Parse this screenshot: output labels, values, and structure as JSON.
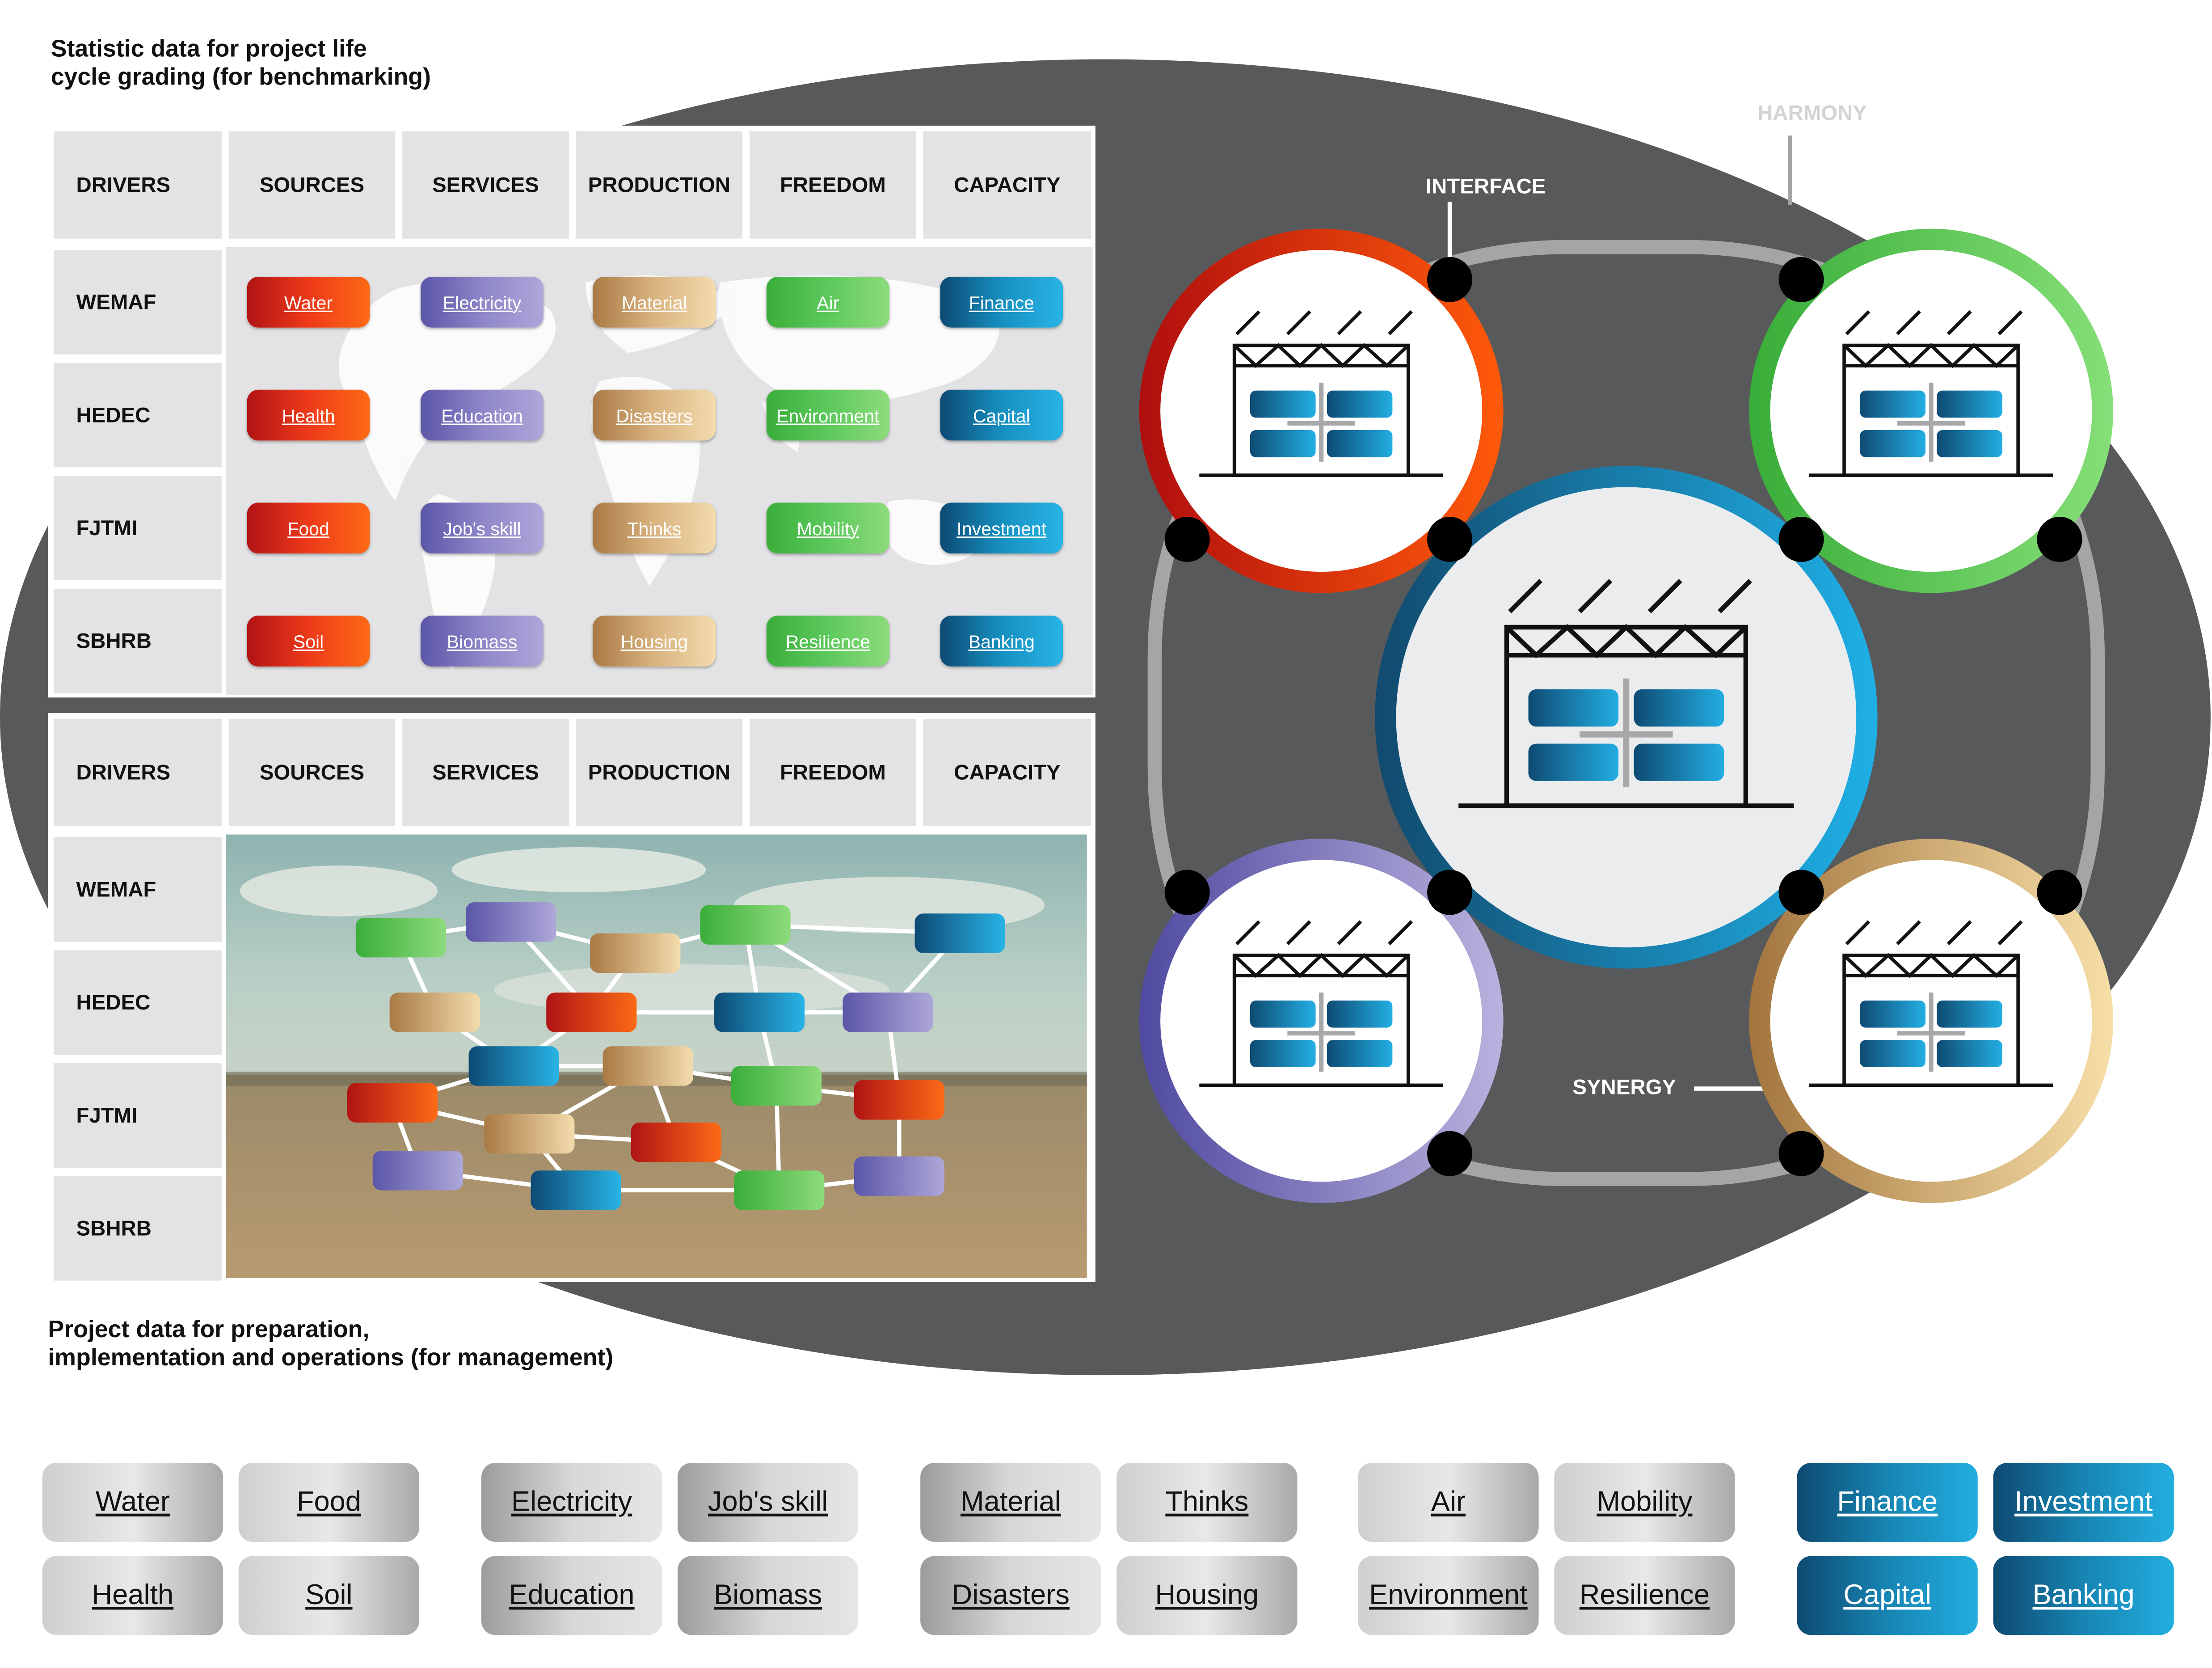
{
  "captions": {
    "top": "Statistic data for project life cycle grading (for benchmarking)",
    "top_line1": "Statistic data for project life",
    "top_line2": "cycle grading (for benchmarking)",
    "bottom_line1": "Project data for preparation,",
    "bottom_line2": "implementation and operations (for management)"
  },
  "table": {
    "headers": [
      "DRIVERS",
      "SOURCES",
      "SERVICES",
      "PRODUCTION",
      "FREEDOM",
      "CAPACITY"
    ],
    "rows": [
      "WEMAF",
      "HEDEC",
      "FJTMI",
      "SBHRB"
    ],
    "cells": [
      [
        "Water",
        "Electricity",
        "Material",
        "Air",
        "Finance"
      ],
      [
        "Health",
        "Education",
        "Disasters",
        "Environment",
        "Capital"
      ],
      [
        "Food",
        "Job's skill",
        "Thinks",
        "Mobility",
        "Investment"
      ],
      [
        "Soil",
        "Biomass",
        "Housing",
        "Resilience",
        "Banking"
      ]
    ]
  },
  "diagram": {
    "harmony": "HARMONY",
    "interface": "INTERFACE",
    "synergy": "SYNERGY"
  },
  "legend": {
    "groups": [
      {
        "items": [
          "Water",
          "Food",
          "Health",
          "Soil"
        ]
      },
      {
        "items": [
          "Electricity",
          "Job's skill",
          "Education",
          "Biomass"
        ]
      },
      {
        "items": [
          "Material",
          "Thinks",
          "Disasters",
          "Housing"
        ]
      },
      {
        "items": [
          "Air",
          "Mobility",
          "Environment",
          "Resilience"
        ]
      },
      {
        "items": [
          "Finance",
          "Investment",
          "Capital",
          "Banking"
        ]
      }
    ]
  },
  "colors": {
    "ellipse": "#58595b",
    "sources": "#d42a12",
    "services": "#7c74bd",
    "production": "#cfa56e",
    "freedom": "#4cc24c",
    "capacity": "#1580b0",
    "ring": "#a5a5a7"
  }
}
